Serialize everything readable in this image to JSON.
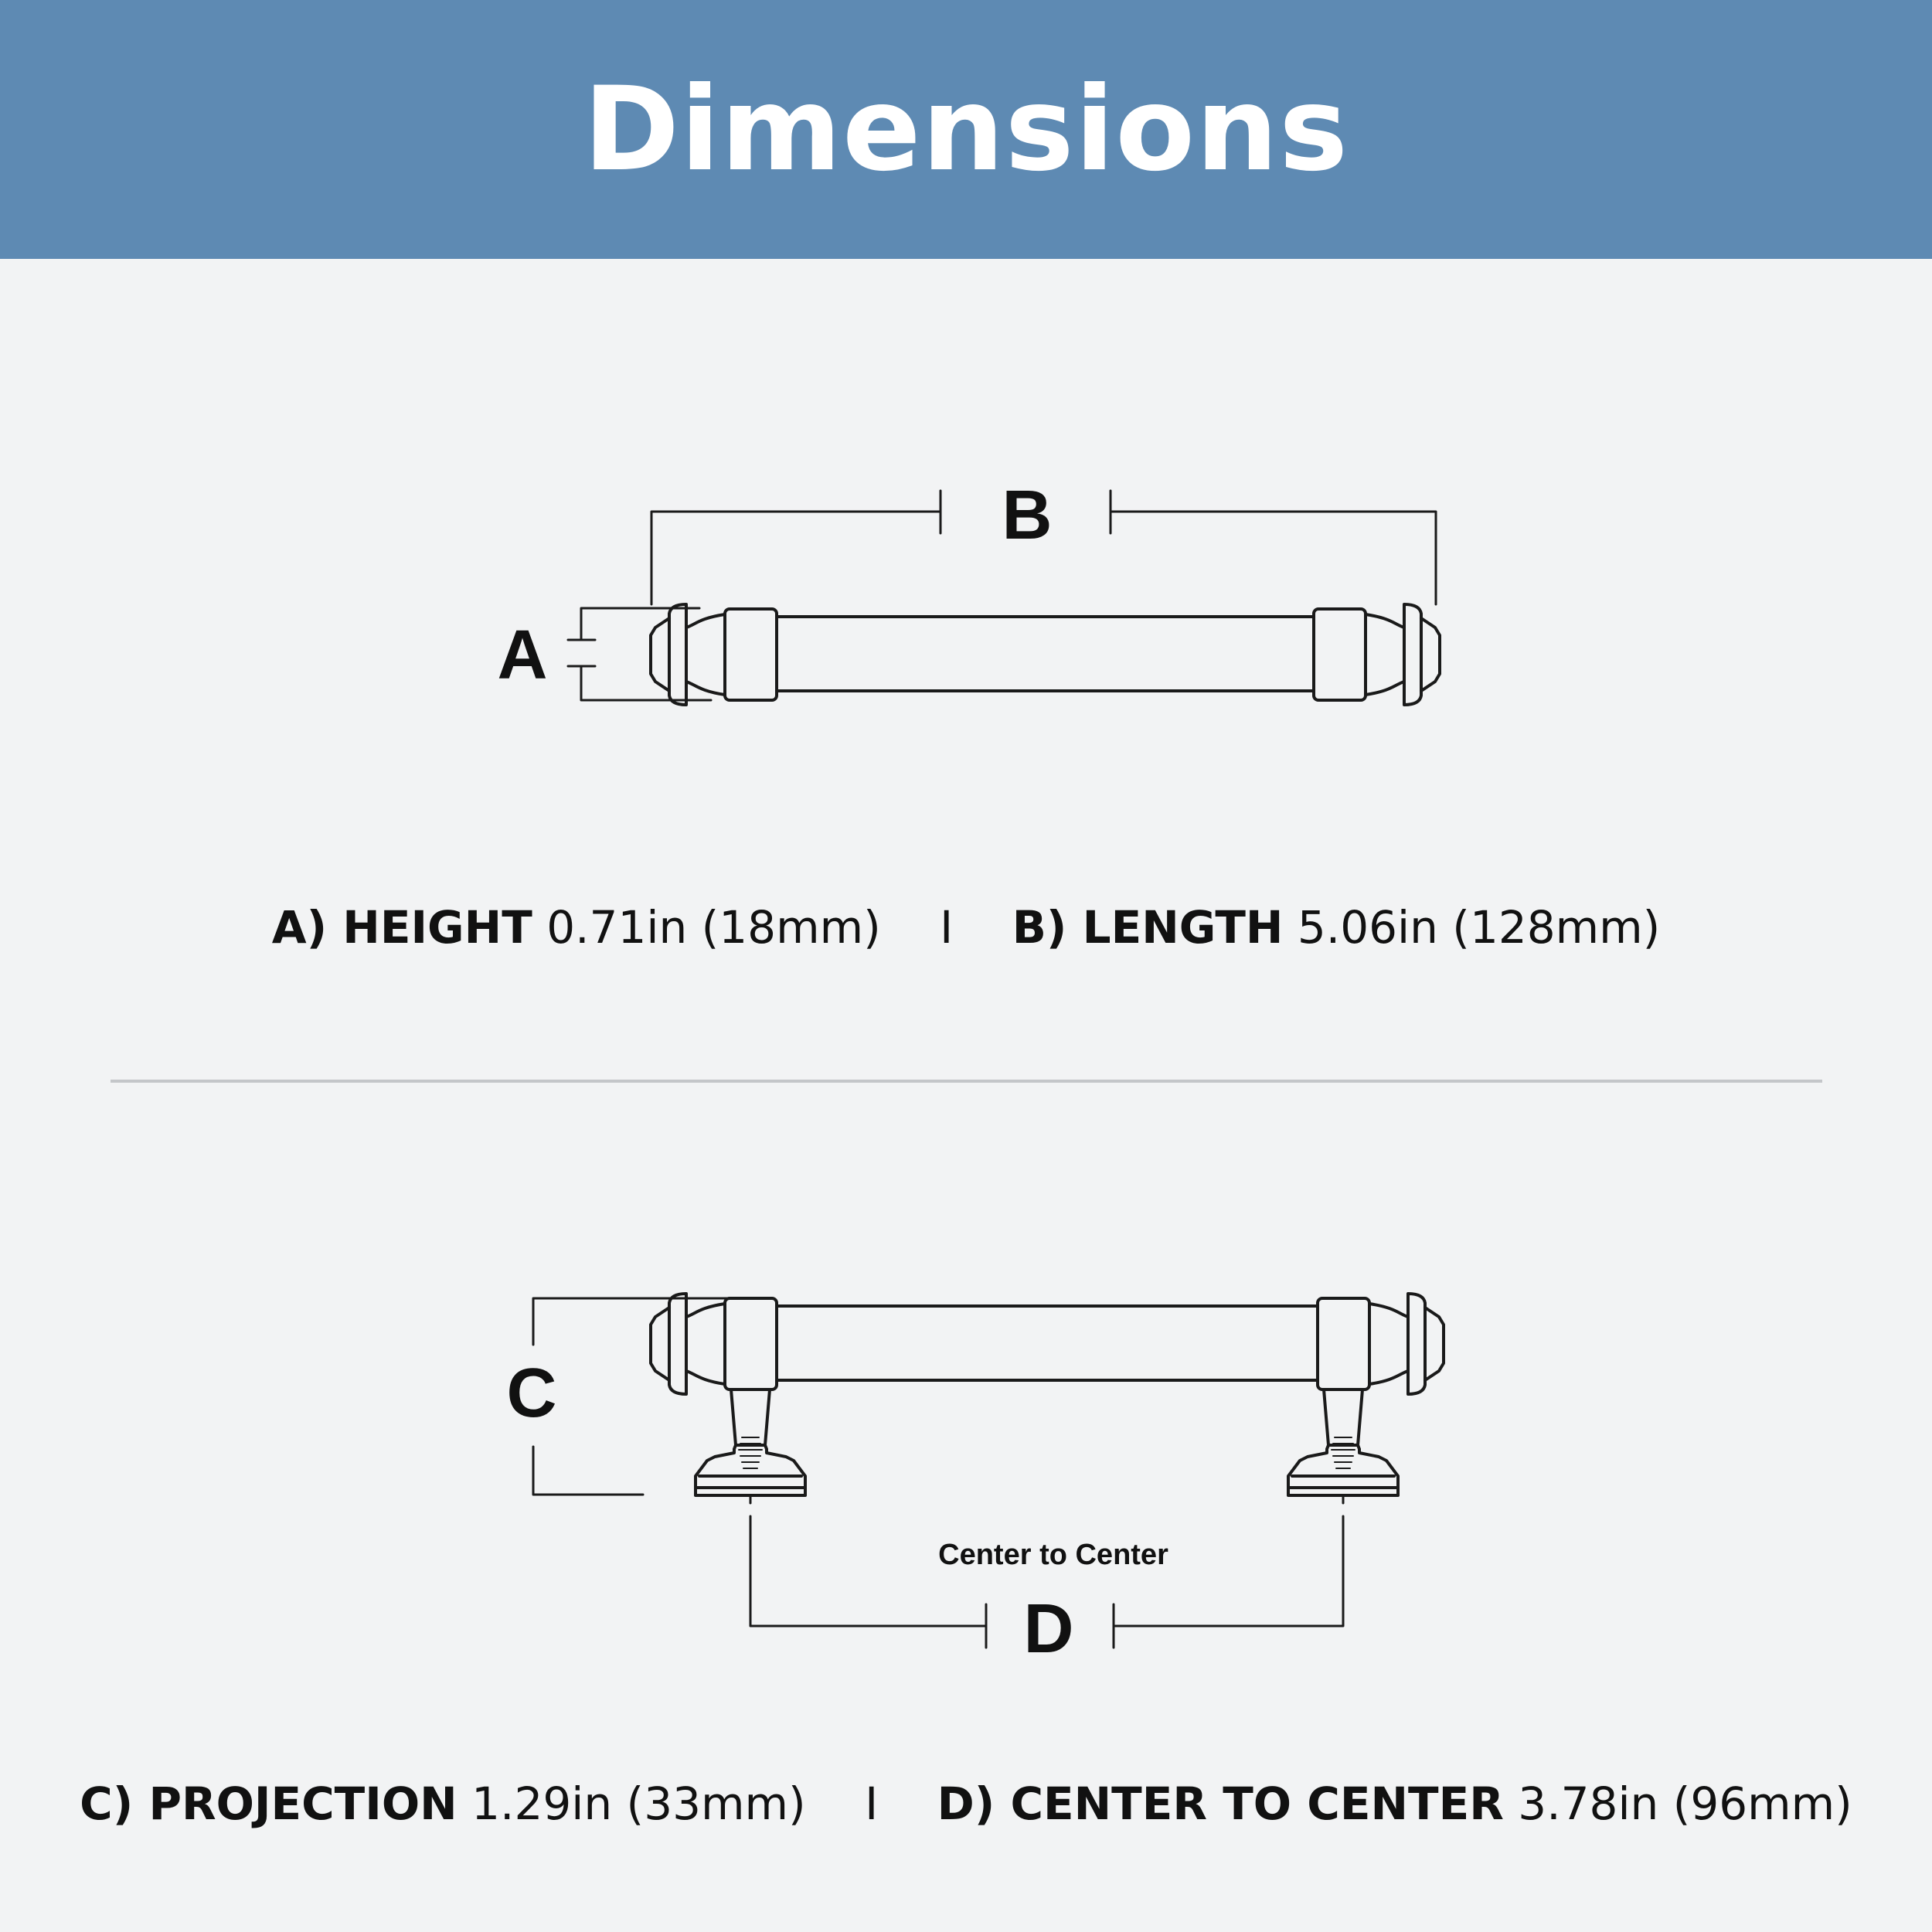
{
  "title": "Dimensions",
  "labels": {
    "a": "A",
    "b": "B",
    "c": "C",
    "d": "D",
    "center_to_center": "Center to Center"
  },
  "specs_top": {
    "a_key": "A) HEIGHT",
    "a_val": "0.71in (18mm)",
    "separator": "I",
    "b_key": "B) LENGTH",
    "b_val": "5.06in (128mm)"
  },
  "specs_bottom": {
    "c_key": "C) PROJECTION",
    "c_val": "1.29in (33mm)",
    "separator": "I",
    "d_key": "D) CENTER TO CENTER",
    "d_val": "3.78in (96mm)"
  },
  "colors": {
    "header": "#5e8ab3",
    "background": "#f2f3f4",
    "line": "#1a1a1a",
    "divider": "#c4c6c9"
  }
}
